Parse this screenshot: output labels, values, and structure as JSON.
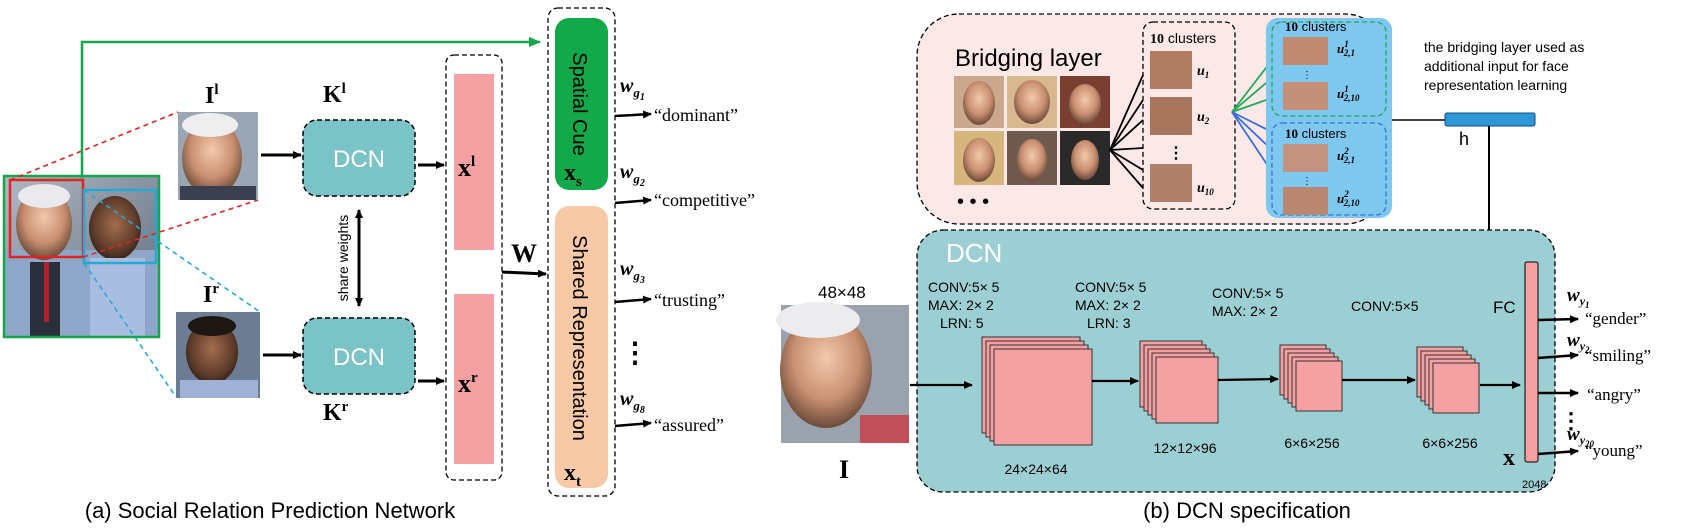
{
  "panel_a": {
    "caption": "(a) Social Relation Prediction Network",
    "left_input": "I",
    "left_input_sup": "l",
    "right_input": "I",
    "right_input_sup": "r",
    "left_kernel": "K",
    "left_kernel_sup": "l",
    "right_kernel": "K",
    "right_kernel_sup": "r",
    "dcn_label": "DCN",
    "share_weights": "share weights",
    "feature_left": "x",
    "feature_left_sup": "l",
    "feature_right": "x",
    "feature_right_sup": "r",
    "weight_label": "W",
    "spatial_cue": "Spatial Cue",
    "spatial_feature": "x",
    "spatial_feature_sub": "s",
    "shared_rep": "Shared Representation",
    "shared_feature": "x",
    "shared_feature_sub": "t",
    "outputs": [
      {
        "w": "w",
        "sub": "g",
        "idx": "1",
        "label": "“dominant”"
      },
      {
        "w": "w",
        "sub": "g",
        "idx": "2",
        "label": "“competitive”"
      },
      {
        "w": "w",
        "sub": "g",
        "idx": "3",
        "label": "“trusting”"
      },
      {
        "w": "w",
        "sub": "g",
        "idx": "8",
        "label": "“assured”"
      }
    ],
    "dots": "⋮"
  },
  "panel_b": {
    "caption": "(b) DCN specification",
    "bridging_title": "Bridging layer",
    "ellipsis": "• • •",
    "clusters_bold": "10",
    "clusters_text": " clusters",
    "u_items": [
      {
        "base": "u",
        "sub": "1"
      },
      {
        "base": "u",
        "sub": "2"
      },
      {
        "base": "u",
        "sub": "10"
      }
    ],
    "u2_items": [
      {
        "base": "u",
        "sup": "1",
        "sub": "2,1"
      },
      {
        "base": "u",
        "sup": "1",
        "sub": "2,10"
      },
      {
        "base": "u",
        "sup": "2",
        "sub": "2,1"
      },
      {
        "base": "u",
        "sup": "2",
        "sub": "2,10"
      }
    ],
    "note": [
      "the bridging layer used as",
      "additional input for face",
      "representation learning"
    ],
    "h_label": "h",
    "dcn_title": "DCN",
    "input_size": "48×48",
    "input_label": "I",
    "layers": [
      {
        "spec": [
          "CONV:5× 5",
          "MAX: 2× 2",
          "LRN: 5"
        ],
        "size": "24×24×64"
      },
      {
        "spec": [
          "CONV:5× 5",
          "MAX: 2× 2",
          "LRN: 3"
        ],
        "size": "12×12×96"
      },
      {
        "spec": [
          "CONV:5× 5",
          "MAX: 2× 2"
        ],
        "size": "6×6×256"
      },
      {
        "spec": [
          "CONV:5×5"
        ],
        "size": "6×6×256"
      }
    ],
    "fc_label": "FC",
    "x_label": "x",
    "fc_dim": "2048",
    "outputs": [
      {
        "w": "w",
        "sub": "y",
        "idx": "1",
        "label": "“gender”"
      },
      {
        "w": "w",
        "sub": "y",
        "idx": "2",
        "label": "“smiling”"
      },
      {
        "w": "",
        "sub": "",
        "idx": "",
        "label": "“angry”"
      },
      {
        "w": "w",
        "sub": "y",
        "idx": "20",
        "label": "“young”"
      }
    ]
  },
  "colors": {
    "dcn_teal": "#7ac3c7",
    "feature_pink": "#f5a0a2",
    "spatial_green": "#13a84a",
    "shared_peach": "#f8c9a6",
    "bridging_bg": "#fde8e8",
    "cluster_blue": "#7ec8ef",
    "h_blue": "#2e97d6",
    "arrow_green": "#14a64a",
    "dash_red": "#e02424",
    "dash_cyan": "#23a9d8"
  }
}
